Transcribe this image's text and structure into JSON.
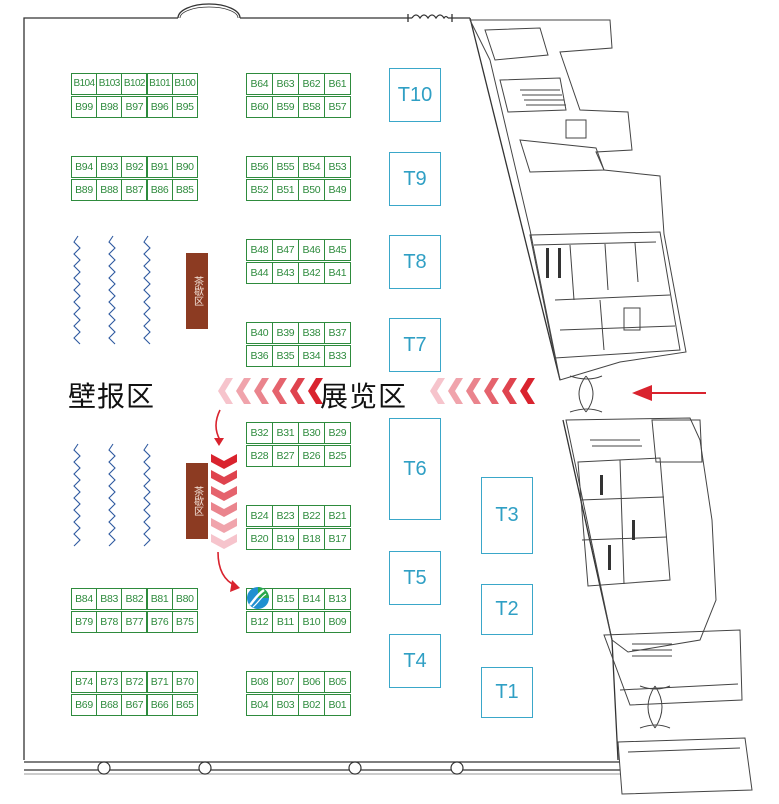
{
  "zones": {
    "wall_poster": "壁报区",
    "exhibition": "展览区",
    "tea_break_upper": "茶歇区",
    "tea_break_lower": "茶歇区"
  },
  "booths": {
    "grp_b104": [
      "B104",
      "B103",
      "B102",
      "B101",
      "B100",
      "B99",
      "B98",
      "B97",
      "B96",
      "B95"
    ],
    "grp_b94": [
      "B94",
      "B93",
      "B92",
      "B91",
      "B90",
      "B89",
      "B88",
      "B87",
      "B86",
      "B85"
    ],
    "grp_b84": [
      "B84",
      "B83",
      "B82",
      "B81",
      "B80",
      "B79",
      "B78",
      "B77",
      "B76",
      "B75"
    ],
    "grp_b74": [
      "B74",
      "B73",
      "B72",
      "B71",
      "B70",
      "B69",
      "B68",
      "B67",
      "B66",
      "B65"
    ],
    "grp_b64": [
      "B64",
      "B63",
      "B62",
      "B61",
      "B60",
      "B59",
      "B58",
      "B57"
    ],
    "grp_b56": [
      "B56",
      "B55",
      "B54",
      "B53",
      "B52",
      "B51",
      "B50",
      "B49"
    ],
    "grp_b48": [
      "B48",
      "B47",
      "B46",
      "B45",
      "B44",
      "B43",
      "B42",
      "B41"
    ],
    "grp_b40": [
      "B40",
      "B39",
      "B38",
      "B37",
      "B36",
      "B35",
      "B34",
      "B33"
    ],
    "grp_b32": [
      "B32",
      "B31",
      "B30",
      "B29",
      "B28",
      "B27",
      "B26",
      "B25"
    ],
    "grp_b24": [
      "B24",
      "B23",
      "B22",
      "B21",
      "B20",
      "B19",
      "B18",
      "B17"
    ],
    "grp_b16": [
      "",
      "B15",
      "B14",
      "B13",
      "B12",
      "B11",
      "B10",
      "B09"
    ],
    "grp_b08": [
      "B08",
      "B07",
      "B06",
      "B05",
      "B04",
      "B03",
      "B02",
      "B01"
    ]
  },
  "tables": [
    "T10",
    "T9",
    "T8",
    "T7",
    "T6",
    "T5",
    "T4",
    "T3",
    "T2",
    "T1"
  ],
  "colors": {
    "booth": "#2e8b3d",
    "table": "#3aa7c9",
    "tea_block": "#8c3b22",
    "arrow_red": "#d9232e",
    "poster_wave": "#2f5aa0"
  },
  "icons": {
    "logo": "company-logo-icon",
    "entrance_arrow": "arrow-left-icon"
  }
}
